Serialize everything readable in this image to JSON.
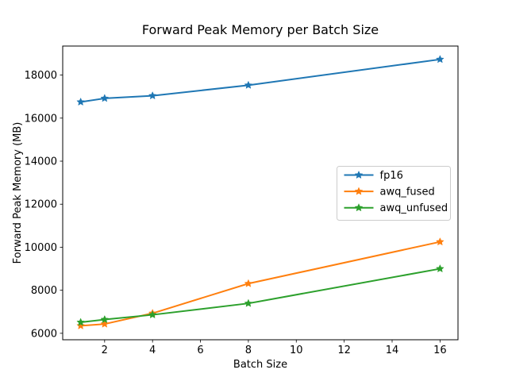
{
  "chart_data": {
    "type": "line",
    "title": "Forward Peak Memory per Batch Size",
    "xlabel": "Batch Size",
    "ylabel": "Forward Peak Memory (MB)",
    "x": [
      1,
      2,
      4,
      8,
      16
    ],
    "series": [
      {
        "name": "fp16",
        "color": "#1f77b4",
        "values": [
          16750,
          16920,
          17040,
          17530,
          18730
        ]
      },
      {
        "name": "awq_fused",
        "color": "#ff7f0e",
        "values": [
          6350,
          6430,
          6930,
          8310,
          10250
        ]
      },
      {
        "name": "awq_unfused",
        "color": "#2ca02c",
        "values": [
          6510,
          6640,
          6860,
          7390,
          9000
        ]
      }
    ],
    "xticks": [
      2,
      4,
      6,
      8,
      10,
      12,
      14,
      16
    ],
    "yticks": [
      6000,
      8000,
      10000,
      12000,
      14000,
      16000,
      18000
    ],
    "xlim": [
      0.25,
      16.75
    ],
    "ylim": [
      5700,
      19350
    ],
    "marker": "star",
    "grid": false,
    "legend": {
      "position": "center-right",
      "entries": [
        "fp16",
        "awq_fused",
        "awq_unfused"
      ],
      "border_color": "#cccccc",
      "background": "#ffffff"
    },
    "colors": {
      "spine": "#000000",
      "background": "#ffffff"
    }
  }
}
